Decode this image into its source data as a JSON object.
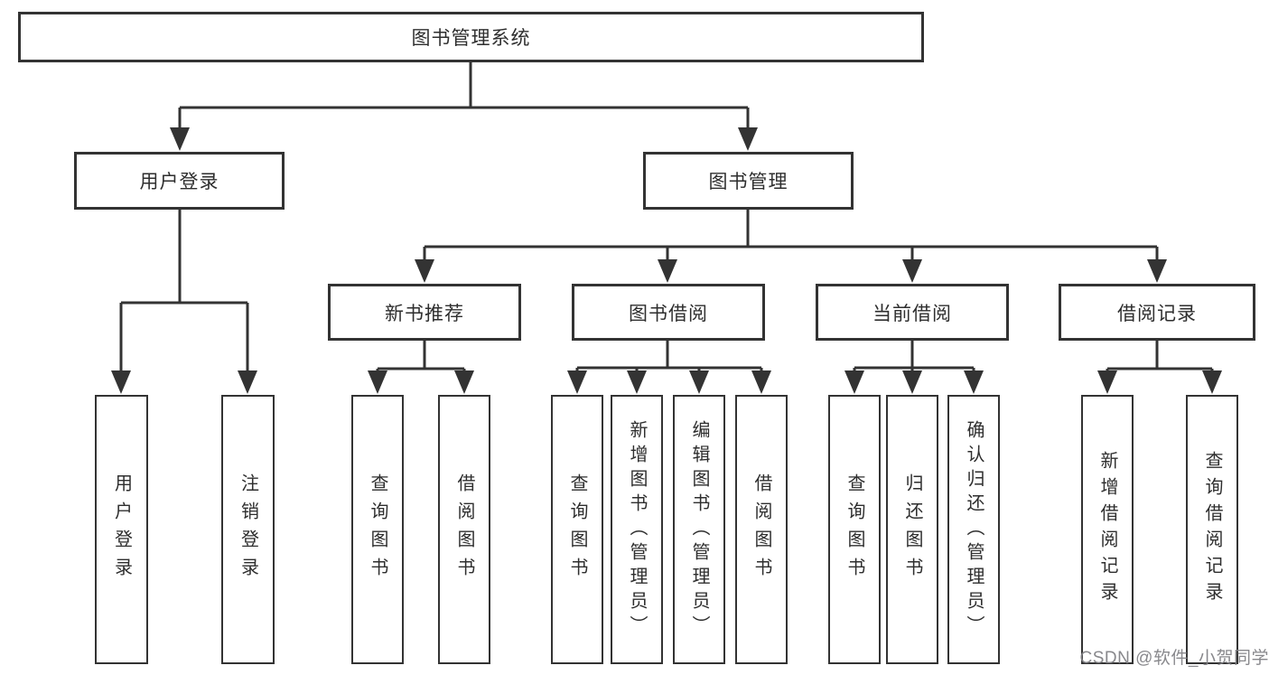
{
  "diagram": {
    "watermark": "CSDN @软件_小贺同学",
    "line_color": "#333333",
    "box_background": "#ffffff",
    "nodes": {
      "root": "图书管理系统",
      "user_login": "用户登录",
      "book_mgmt": "图书管理",
      "new_book_rec": "新书推荐",
      "book_borrow": "图书借阅",
      "current_borrow": "当前借阅",
      "borrow_records": "借阅记录",
      "leaf_user_login": "用户登录",
      "leaf_logout": "注销登录",
      "leaf_rec_query_books": "查询图书",
      "leaf_rec_borrow_books": "借阅图书",
      "leaf_bb_query_books": "查询图书",
      "leaf_bb_add_books": "新增图书（管理员）",
      "leaf_bb_edit_books": "编辑图书（管理员）",
      "leaf_bb_borrow_books": "借阅图书",
      "leaf_cb_query_books": "查询图书",
      "leaf_cb_return_books": "归还图书",
      "leaf_cb_confirm_return": "确认归还（管理员）",
      "leaf_br_add_record": "新增借阅记录",
      "leaf_br_query_record": "查询借阅记录"
    },
    "hierarchy": {
      "图书管理系统": {
        "用户登录": [
          "用户登录",
          "注销登录"
        ],
        "图书管理": {
          "新书推荐": [
            "查询图书",
            "借阅图书"
          ],
          "图书借阅": [
            "查询图书",
            "新增图书（管理员）",
            "编辑图书（管理员）",
            "借阅图书"
          ],
          "当前借阅": [
            "查询图书",
            "归还图书",
            "确认归还（管理员）"
          ],
          "借阅记录": [
            "新增借阅记录",
            "查询借阅记录"
          ]
        }
      }
    }
  }
}
